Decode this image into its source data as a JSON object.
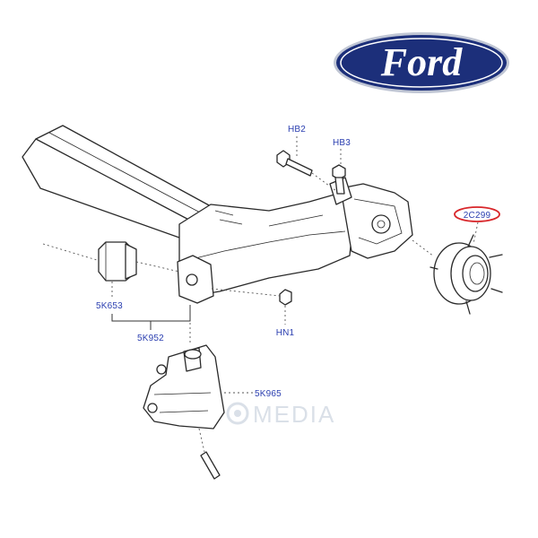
{
  "logo": {
    "text": "Ford",
    "background_color": "#1c2f7a",
    "text_color": "#ffffff"
  },
  "watermark": {
    "text": "MEDIA"
  },
  "labels": {
    "hb2": "HB2",
    "hb3": "HB3",
    "part_2c299": "2C299",
    "part_5k653": "5K653",
    "part_5k952": "5K952",
    "hn1": "HN1",
    "part_5k965": "5K965"
  },
  "highlight": {
    "part": "2C299",
    "color": "#d8262a"
  },
  "label_color": "#2b3fb0"
}
